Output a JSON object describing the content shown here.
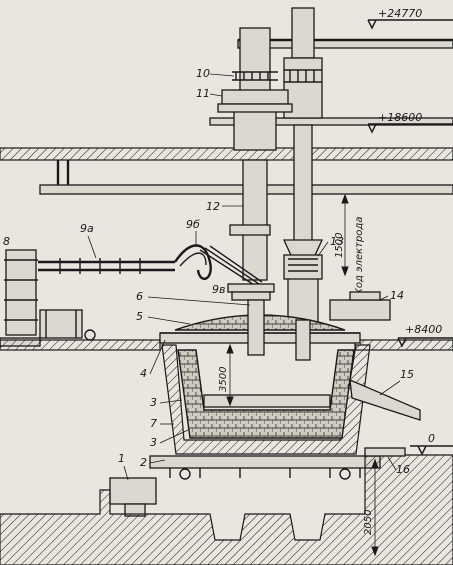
{
  "elevations": {
    "top": "+24770",
    "upper_floor": "+18600",
    "work_floor": "+8400",
    "ground": "0"
  },
  "dimensions": {
    "electrode_stroke": "1500",
    "electrode_stroke_label": "Ход электрода",
    "roof_height": "3500",
    "pit_depth": "2050"
  },
  "callouts": [
    "1",
    "2",
    "3",
    "3",
    "4",
    "5",
    "6",
    "7",
    "8",
    "9а",
    "9б",
    "9в",
    "10",
    "11",
    "12",
    "13",
    "14",
    "15",
    "16"
  ]
}
